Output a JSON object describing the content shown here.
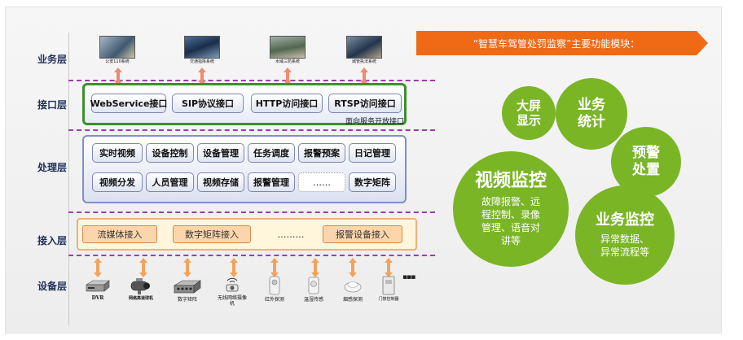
{
  "layers": {
    "business": "业务层",
    "interface": "接口层",
    "processing": "处理层",
    "access": "接入层",
    "device": "设备层"
  },
  "business_systems": [
    "公安110系统",
    "交通指挥系统",
    "水域三防系统",
    "城管执法系统"
  ],
  "interface": {
    "buttons": [
      "WebService接口",
      "SIP协议接口",
      "HTTP访问接口",
      "RTSP访问接口"
    ],
    "caption": "面向服务开放接口"
  },
  "processing": {
    "row1": [
      "实时视频",
      "设备控制",
      "设备管理",
      "任务调度",
      "报警预案",
      "日记管理"
    ],
    "row2": [
      "视频分发",
      "人员管理",
      "视频存储",
      "报警管理",
      "……",
      "数字矩阵"
    ]
  },
  "access": [
    "流媒体接入",
    "数字矩阵接入",
    "………",
    "报警设备接入"
  ],
  "devices": [
    "DVR",
    "网络高速球机",
    "数字矩阵",
    "无线网络摄像机",
    "红外探测",
    "温湿传感",
    "烟感探测",
    "门禁控制器"
  ],
  "device_more": "▪▪▪",
  "banner": "“智慧车驾管处罚监察”主要功能模块：",
  "features": {
    "big_screen": "大屏\n显示",
    "stats": "业务\n统计",
    "warning": "预警\n处置",
    "video_title": "视频监控",
    "video_desc": "故障报警、远\n程控制、录像\n管理、语音对\n讲等",
    "biz_title": "业务监控",
    "biz_desc": "异常数据、\n异常流程等"
  },
  "colors": {
    "banner": "#f06a16",
    "circle": "#7ab526",
    "interface_border": "#3c8f2d",
    "processing_border": "#7d8fcc",
    "access_fill": "#fff6dc",
    "dash": "#9b3fa7"
  }
}
